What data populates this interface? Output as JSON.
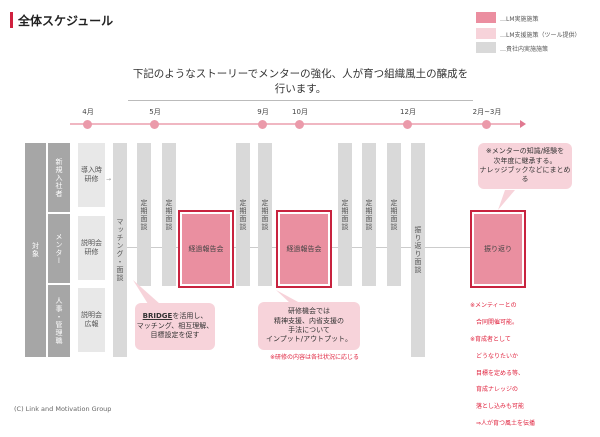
{
  "header": {
    "title": "全体スケジュール"
  },
  "legend": [
    {
      "label": "…LM実施施策",
      "color": "#eb8ea0"
    },
    {
      "label": "…LM支援施策（ツール提供）",
      "color": "#f7d3da"
    },
    {
      "label": "…貴社内実施施策",
      "color": "#d9d9d9"
    }
  ],
  "subtitle": "下記のようなストーリーでメンターの強化、人が育つ組織風土の醸成を行います。",
  "timeline": [
    "4月",
    "5月",
    "9月",
    "10月",
    "12月",
    "2月~3月"
  ],
  "rows": {
    "target": "対象",
    "groups": [
      "新規入社者",
      "メンター",
      "人事・管理職"
    ],
    "intro": [
      "導入時研修",
      "説明会研修",
      "説明会広報"
    ]
  },
  "columns": {
    "matching": "マッチング・面談",
    "regular": "定期面談",
    "review_interview": "振り返り面談"
  },
  "events": {
    "progress1": "経過報告会",
    "progress2": "経過報告会",
    "review": "振り返り"
  },
  "callouts": {
    "bridge_strong": "BRIDGE",
    "bridge_rest": "を活用し、",
    "bridge_2": "マッチング、相互理解、",
    "bridge_3": "目標設定を促す",
    "training": [
      "研修機会では",
      "精神支援、内省支援の",
      "手法について",
      "インプット/アウトプット。"
    ],
    "training_note": "※研修の内容は各社状況に応じる",
    "knowledge": [
      "※メンターの知識/経験を",
      "次年度に継承する。",
      "ナレッジブックなどにまとめる"
    ],
    "review_notes": [
      "※メンティーとの",
      "　合同開催可能。",
      "※育成者として",
      "　どうなりたいか",
      "　目標を定める等、",
      "　育成ナレッジの",
      "　落とし込みも可能",
      "　⇒人が育つ風土を伝播"
    ]
  },
  "footer": "(C) Link and Motivation Group"
}
